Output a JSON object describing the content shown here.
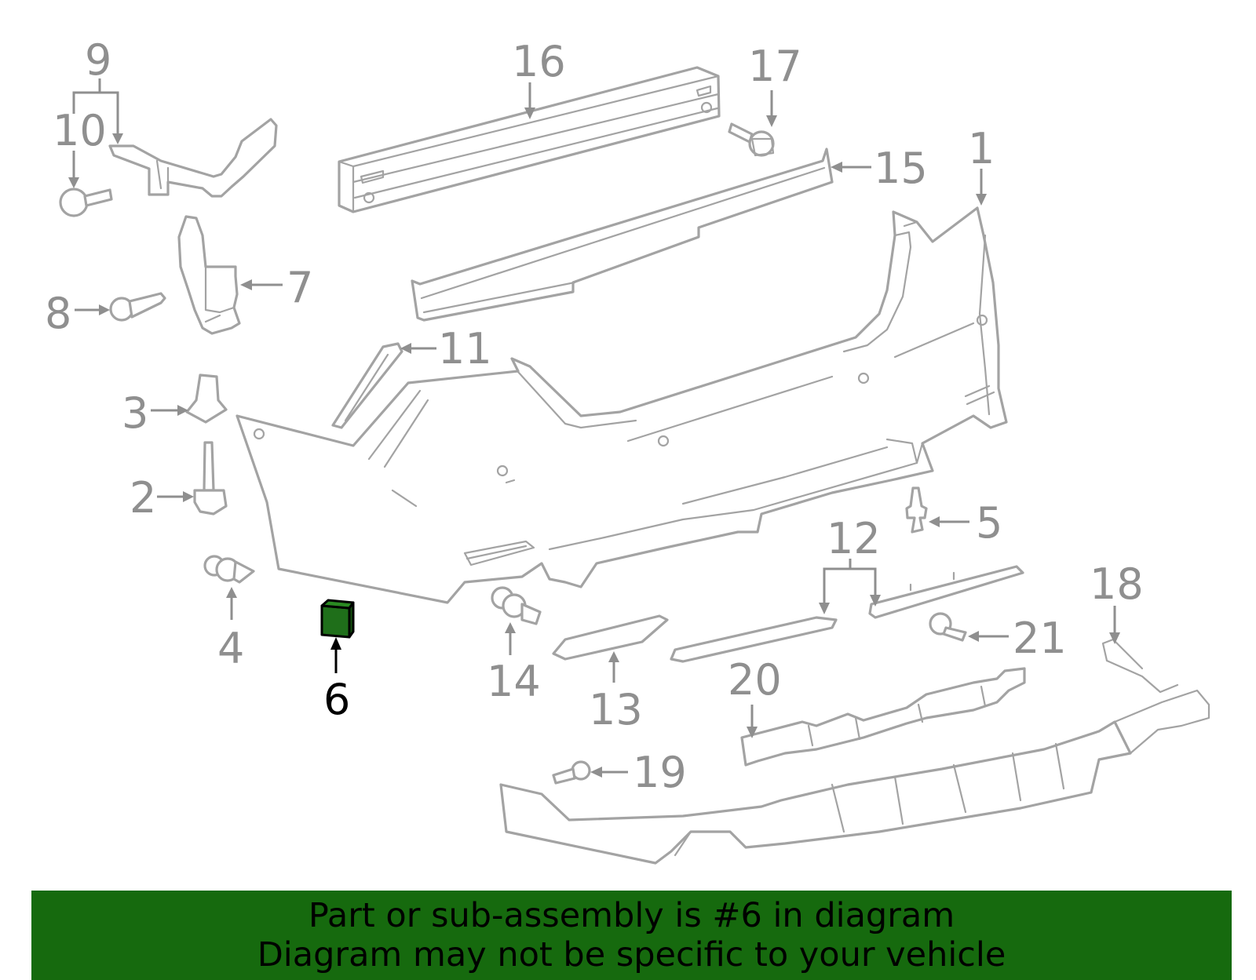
{
  "callouts": {
    "c1": "1",
    "c2": "2",
    "c3": "3",
    "c4": "4",
    "c5": "5",
    "c6": "6",
    "c7": "7",
    "c8": "8",
    "c9": "9",
    "c10": "10",
    "c11": "11",
    "c12": "12",
    "c13": "13",
    "c14": "14",
    "c15": "15",
    "c16": "16",
    "c17": "17",
    "c18": "18",
    "c19": "19",
    "c20": "20",
    "c21": "21"
  },
  "highlight": {
    "part": "6",
    "color": "#1f6f1a"
  },
  "banner": {
    "line1": "Part or sub-assembly is #6 in diagram",
    "line2": "Diagram may not be specific to your vehicle",
    "background": "#166a0e"
  }
}
